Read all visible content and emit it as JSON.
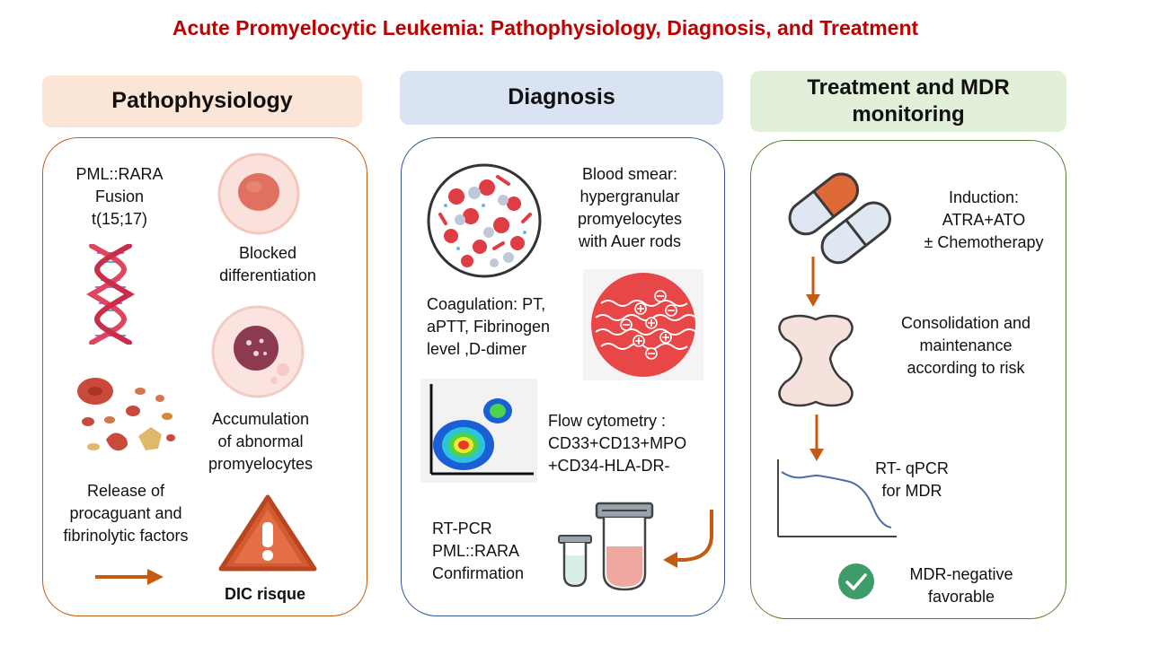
{
  "title": "Acute Promyelocytic Leukemia: Pathophysiology, Diagnosis, and Treatment",
  "colors": {
    "title": "#c00000",
    "accent_arrow": "#c55a11",
    "patho_header_bg": "#fbe5d6",
    "diag_header_bg": "#dae3f3",
    "treat_header_bg": "#e2f0d9",
    "patho_border": "#c55a11",
    "diag_border": "#2f5597",
    "treat_border": "#548235",
    "check_green": "#3e9b6a"
  },
  "pathophysiology": {
    "header": "Pathophysiology",
    "fusion_line1": "PML::RARA",
    "fusion_line2": "Fusion",
    "fusion_line3": "t(15;17)",
    "blocked_line1": "Blocked",
    "blocked_line2": "differentiation",
    "accum_line1": "Accumulation",
    "accum_line2": "of abnormal",
    "accum_line3": "promyelocytes",
    "release_line1": "Release of",
    "release_line2": "procaguant and",
    "release_line3": "fibrinolytic factors",
    "dic_label": "DIC risque",
    "icons": [
      "dna-helix-icon",
      "normal-cell-icon",
      "abnormal-cell-icon",
      "blood-cells-icon",
      "warning-icon",
      "arrow-right-icon"
    ]
  },
  "diagnosis": {
    "header": "Diagnosis",
    "smear_line1": "Blood smear:",
    "smear_line2": "hypergranular",
    "smear_line3": "promyelocytes",
    "smear_line4": "with Auer rods",
    "coag_line1": "Coagulation: PT,",
    "coag_line2": "aPTT, Fibrinogen",
    "coag_line3": "level ,D-dimer",
    "flow_line1": "Flow cytometry :",
    "flow_line2": "CD33+CD13+MPO",
    "flow_line3": "+CD34-HLA-DR-",
    "rtpcr_line1": "RT-PCR",
    "rtpcr_line2": "PML::RARA",
    "rtpcr_line3": "Confirmation",
    "icons": [
      "blood-smear-icon",
      "coagulation-icon",
      "flow-cytometry-icon",
      "test-tubes-icon",
      "curved-arrow-icon"
    ]
  },
  "treatment": {
    "header_line1": "Treatment and MDR",
    "header_line2": "monitoring",
    "induction_line1": "Induction:",
    "induction_line2": "ATRA+ATO",
    "induction_line3": "± Chemotherapy",
    "consol_line1": "Consolidation and",
    "consol_line2": "maintenance",
    "consol_line3": "according to risk",
    "qpcr_line1": "RT- qPCR",
    "qpcr_line2": "for MDR",
    "negative_line1": "MDR-negative",
    "negative_line2": "favorable",
    "icons": [
      "pills-icon",
      "bone-icon",
      "qpcr-curve-icon",
      "check-circle-icon",
      "arrow-down-icon"
    ]
  }
}
